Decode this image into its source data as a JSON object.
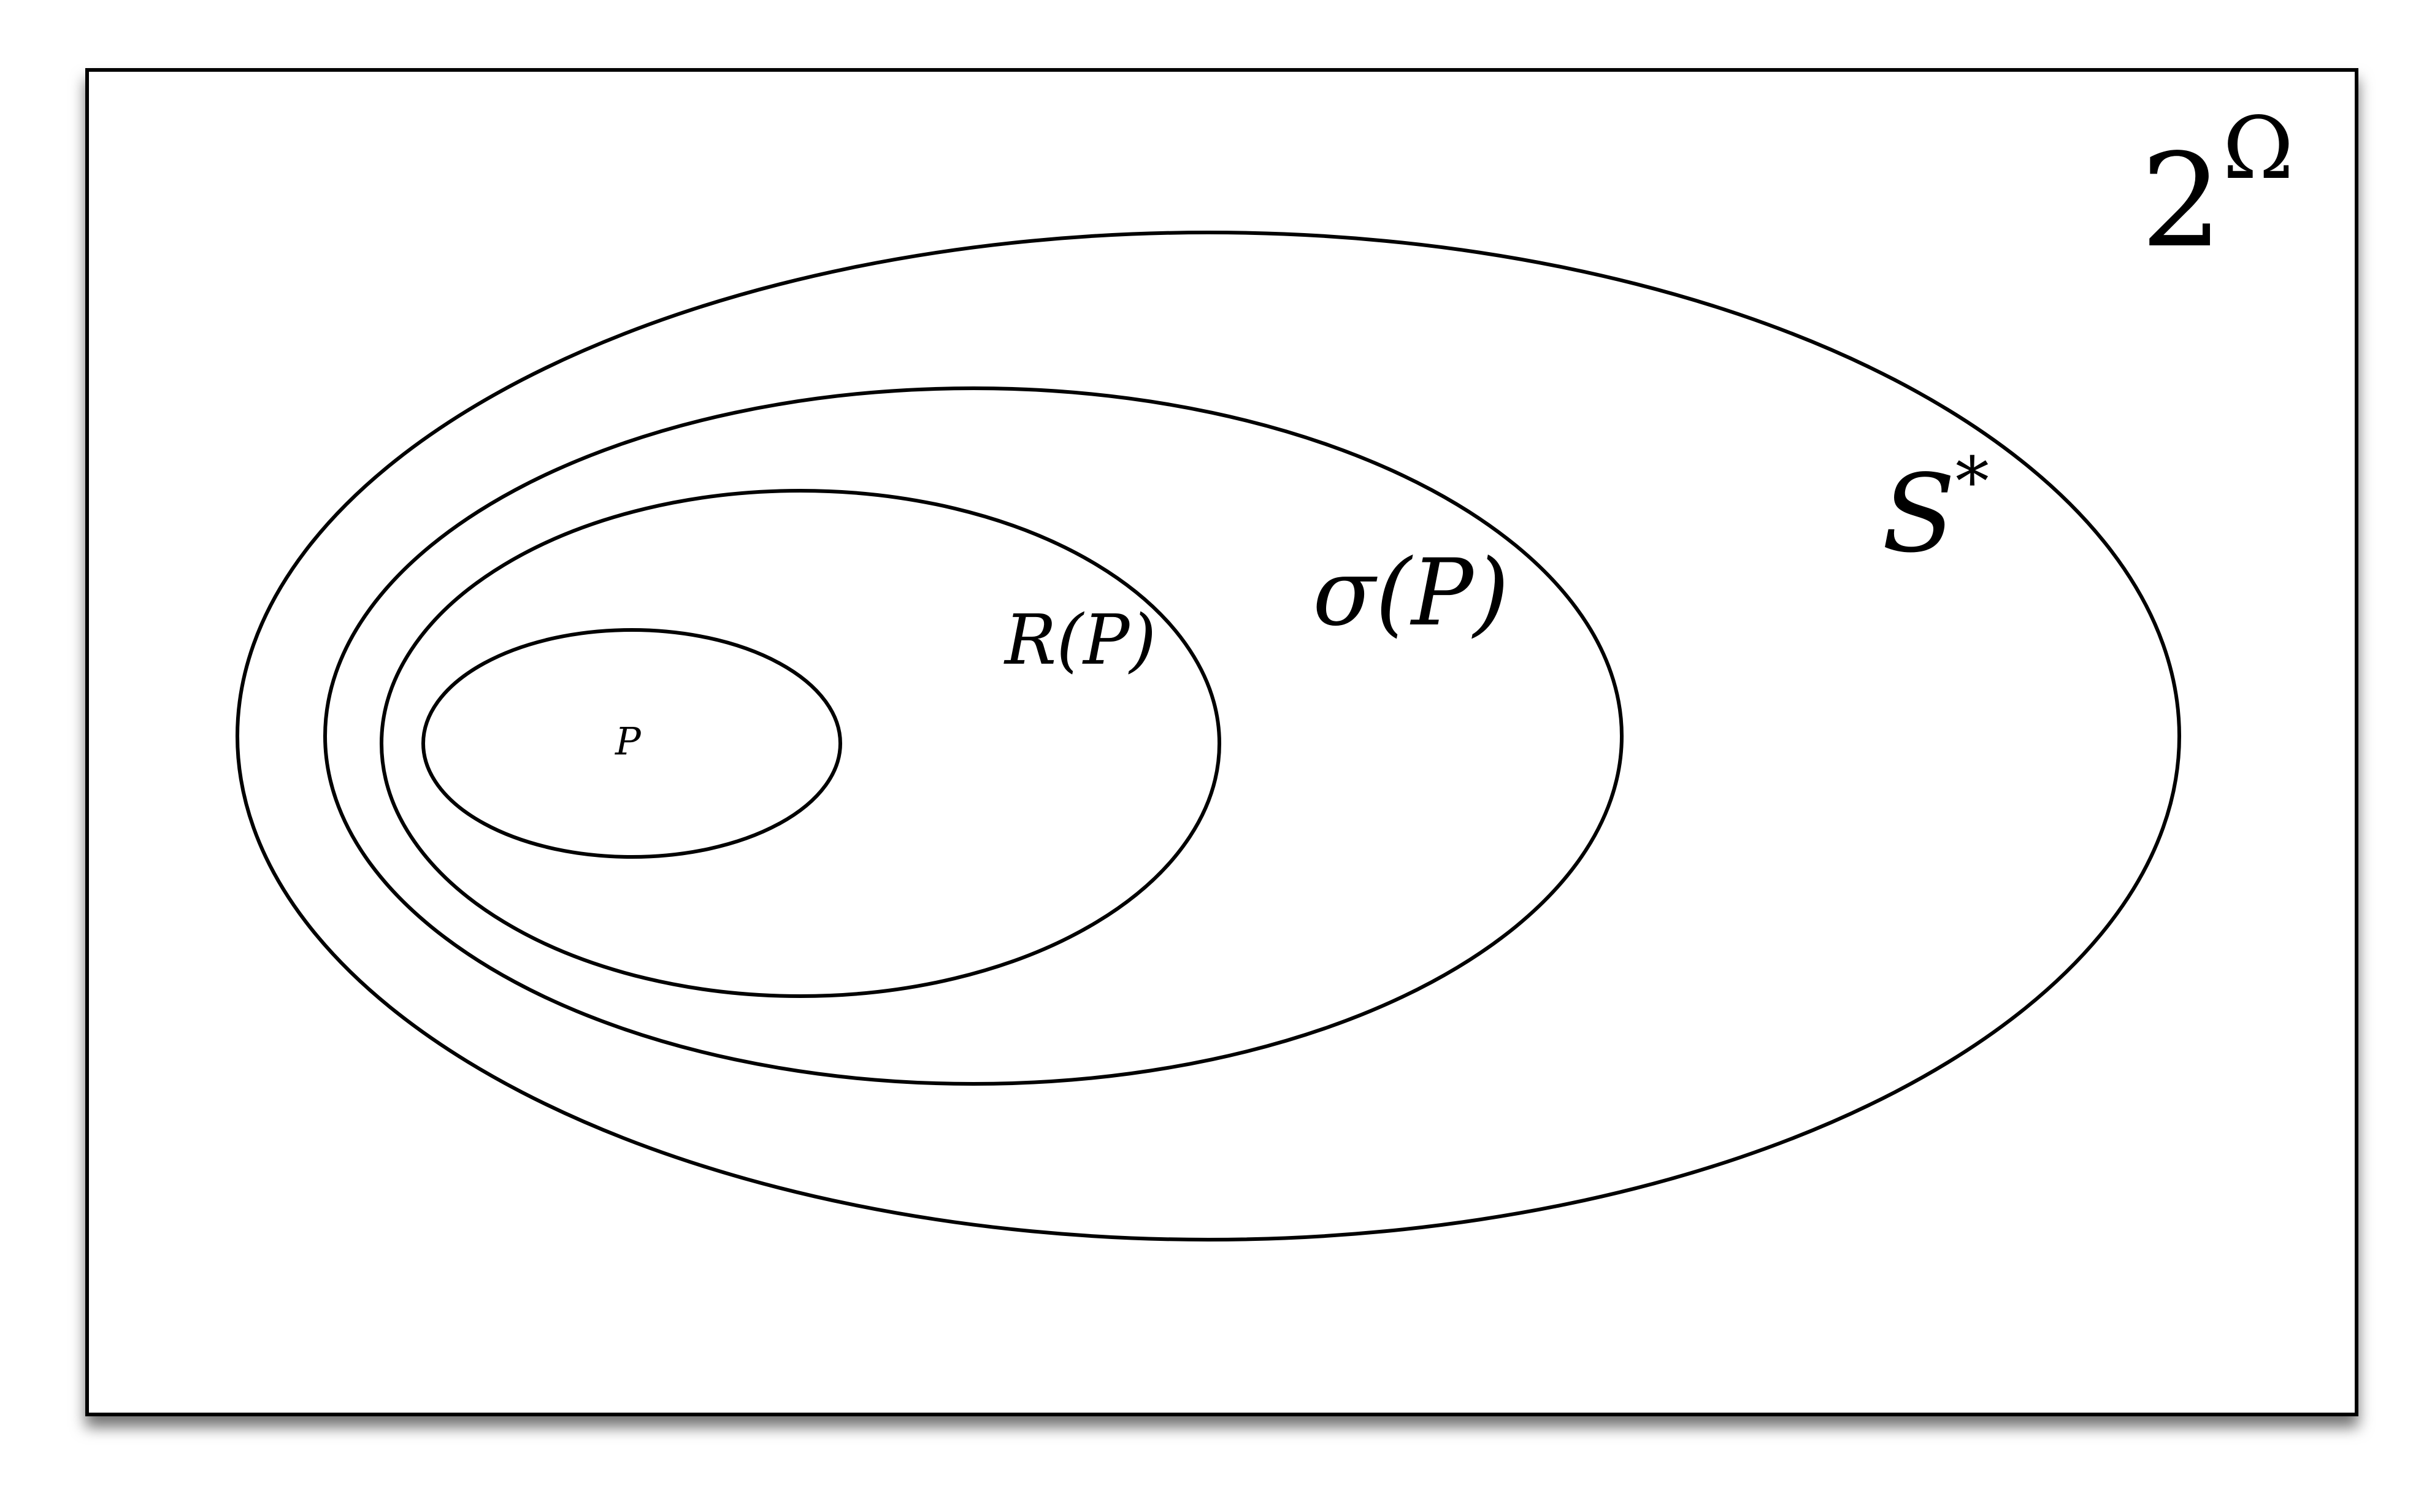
{
  "diagram": {
    "universe_label": {
      "base": "2",
      "superscript": "Ω"
    },
    "sets": [
      {
        "label_main": "S",
        "label_sup": "*"
      },
      {
        "label": "σ(P)"
      },
      {
        "label": "R(P)"
      },
      {
        "label": "P"
      }
    ],
    "colors": {
      "stroke": "#000000",
      "background": "#ffffff"
    }
  }
}
